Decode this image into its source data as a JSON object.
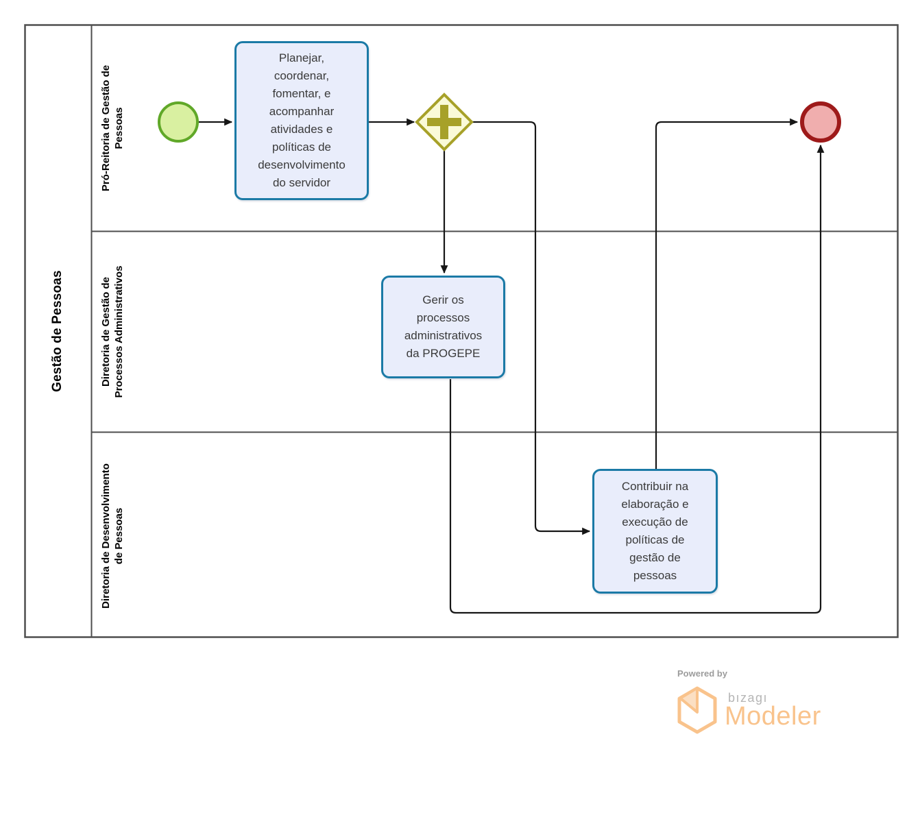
{
  "pool": {
    "label": "Gestão de Pessoas"
  },
  "lanes": [
    {
      "label": "Pró-Reitoria de Gestão de\nPessoas"
    },
    {
      "label": "Diretoria de Gestão de\nProcessos Administrativos"
    },
    {
      "label": "Diretoria de Desenvolvimento\nde Pessoas"
    }
  ],
  "nodes": {
    "start_event": {
      "type": "start-event"
    },
    "task_planejar": {
      "label": "Planejar,\ncoordenar,\nfomentar, e\nacompanhar\natividades e\npolíticas de\ndesenvolvimento\ndo servidor"
    },
    "gateway": {
      "type": "parallel-gateway"
    },
    "task_gerir": {
      "label": "Gerir os\nprocessos\nadministrativos\nda PROGEPE"
    },
    "task_contribuir": {
      "label": "Contribuir na\nelaboração e\nexecução de\npolíticas de\ngestão de\npessoas"
    },
    "end_event": {
      "type": "end-event"
    }
  },
  "colors": {
    "task_fill": "#e9edfb",
    "task_border": "#1b7aa6",
    "start_fill": "#d9f0a1",
    "start_border": "#60a828",
    "end_fill": "#f0aeae",
    "end_border": "#9e1a1a",
    "gateway_fill": "#fafad8",
    "gateway_border": "#a7a129",
    "flow": "#161616",
    "lane_line": "#4e4e4e",
    "text": "#3a3a3a",
    "logo_orange": "#f9c38c",
    "logo_fold": "#fbdfc3",
    "logo_gray": "#9c9c9c",
    "logo_gray_light": "#b5b5b5"
  },
  "footer": {
    "powered_by": "Powered by",
    "brand": "bızagı",
    "product": "Modeler"
  }
}
